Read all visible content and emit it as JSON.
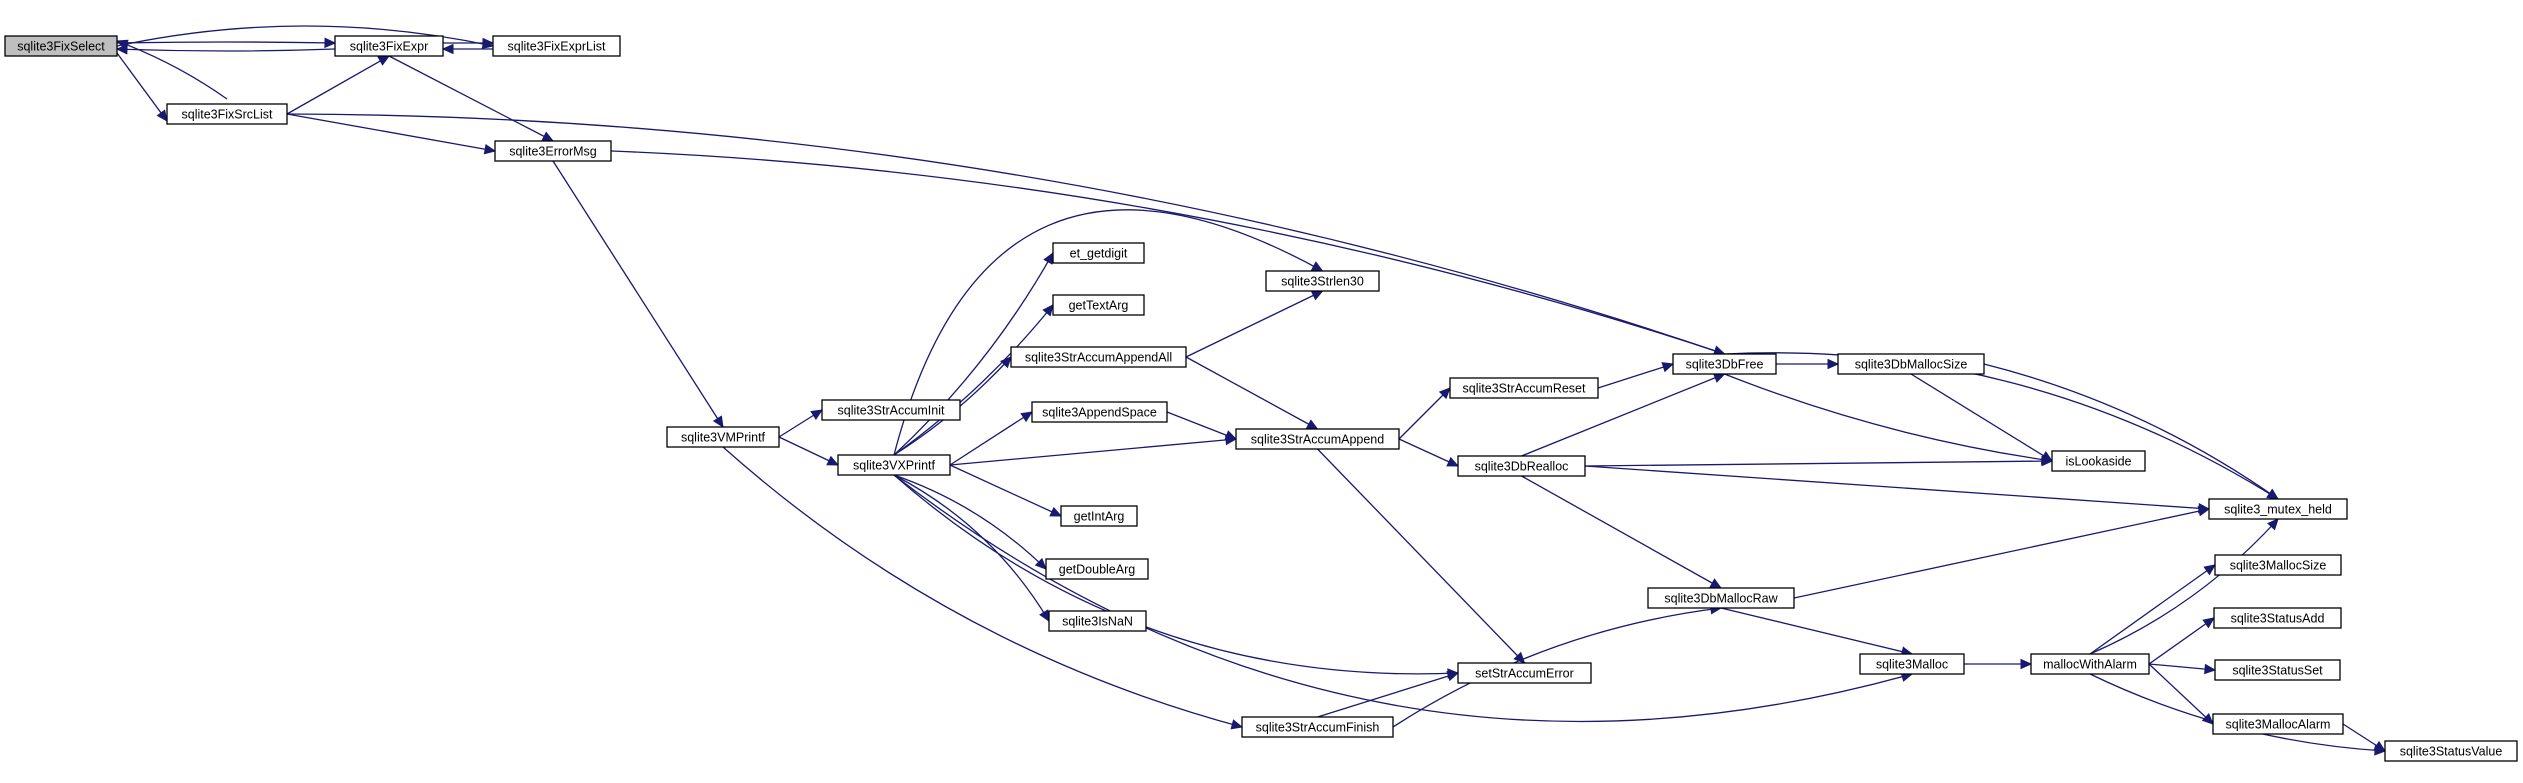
{
  "graph": {
    "nodes": [
      {
        "id": "sqlite3FixSelect",
        "label": "sqlite3FixSelect",
        "highlighted": true
      },
      {
        "id": "sqlite3FixExpr",
        "label": "sqlite3FixExpr"
      },
      {
        "id": "sqlite3FixExprList",
        "label": "sqlite3FixExprList"
      },
      {
        "id": "sqlite3FixSrcList",
        "label": "sqlite3FixSrcList"
      },
      {
        "id": "sqlite3ErrorMsg",
        "label": "sqlite3ErrorMsg"
      },
      {
        "id": "sqlite3VMPrintf",
        "label": "sqlite3VMPrintf"
      },
      {
        "id": "sqlite3StrAccumInit",
        "label": "sqlite3StrAccumInit"
      },
      {
        "id": "sqlite3VXPrintf",
        "label": "sqlite3VXPrintf"
      },
      {
        "id": "et_getdigit",
        "label": "et_getdigit"
      },
      {
        "id": "getTextArg",
        "label": "getTextArg"
      },
      {
        "id": "sqlite3StrAccumAppendAll",
        "label": "sqlite3StrAccumAppendAll"
      },
      {
        "id": "sqlite3AppendSpace",
        "label": "sqlite3AppendSpace"
      },
      {
        "id": "getIntArg",
        "label": "getIntArg"
      },
      {
        "id": "getDoubleArg",
        "label": "getDoubleArg"
      },
      {
        "id": "sqlite3IsNaN",
        "label": "sqlite3IsNaN"
      },
      {
        "id": "sqlite3Strlen30",
        "label": "sqlite3Strlen30"
      },
      {
        "id": "sqlite3StrAccumAppend",
        "label": "sqlite3StrAccumAppend"
      },
      {
        "id": "sqlite3StrAccumReset",
        "label": "sqlite3StrAccumReset"
      },
      {
        "id": "setStrAccumError",
        "label": "setStrAccumError"
      },
      {
        "id": "sqlite3StrAccumFinish",
        "label": "sqlite3StrAccumFinish"
      },
      {
        "id": "sqlite3DbFree",
        "label": "sqlite3DbFree"
      },
      {
        "id": "sqlite3DbRealloc",
        "label": "sqlite3DbRealloc"
      },
      {
        "id": "sqlite3DbMallocRaw",
        "label": "sqlite3DbMallocRaw"
      },
      {
        "id": "sqlite3DbMallocSize",
        "label": "sqlite3DbMallocSize"
      },
      {
        "id": "sqlite3Malloc",
        "label": "sqlite3Malloc"
      },
      {
        "id": "isLookaside",
        "label": "isLookaside"
      },
      {
        "id": "sqlite3_mutex_held",
        "label": "sqlite3_mutex_held"
      },
      {
        "id": "mallocWithAlarm",
        "label": "mallocWithAlarm"
      },
      {
        "id": "sqlite3MallocSize",
        "label": "sqlite3MallocSize"
      },
      {
        "id": "sqlite3StatusAdd",
        "label": "sqlite3StatusAdd"
      },
      {
        "id": "sqlite3StatusSet",
        "label": "sqlite3StatusSet"
      },
      {
        "id": "sqlite3MallocAlarm",
        "label": "sqlite3MallocAlarm"
      },
      {
        "id": "sqlite3StatusValue",
        "label": "sqlite3StatusValue"
      }
    ],
    "edges": [
      {
        "from": "sqlite3FixSelect",
        "to": "sqlite3FixExpr"
      },
      {
        "from": "sqlite3FixSelect",
        "to": "sqlite3FixExprList"
      },
      {
        "from": "sqlite3FixSelect",
        "to": "sqlite3FixSrcList"
      },
      {
        "from": "sqlite3FixExpr",
        "to": "sqlite3FixSelect"
      },
      {
        "from": "sqlite3FixExpr",
        "to": "sqlite3FixExprList"
      },
      {
        "from": "sqlite3FixExpr",
        "to": "sqlite3ErrorMsg"
      },
      {
        "from": "sqlite3FixExprList",
        "to": "sqlite3FixExpr"
      },
      {
        "from": "sqlite3FixSrcList",
        "to": "sqlite3FixSelect"
      },
      {
        "from": "sqlite3FixSrcList",
        "to": "sqlite3FixExpr"
      },
      {
        "from": "sqlite3FixSrcList",
        "to": "sqlite3ErrorMsg"
      },
      {
        "from": "sqlite3FixSrcList",
        "to": "sqlite3DbFree"
      },
      {
        "from": "sqlite3ErrorMsg",
        "to": "sqlite3VMPrintf"
      },
      {
        "from": "sqlite3ErrorMsg",
        "to": "sqlite3DbFree"
      },
      {
        "from": "sqlite3VMPrintf",
        "to": "sqlite3StrAccumInit"
      },
      {
        "from": "sqlite3VMPrintf",
        "to": "sqlite3VXPrintf"
      },
      {
        "from": "sqlite3VMPrintf",
        "to": "sqlite3StrAccumFinish"
      },
      {
        "from": "sqlite3VXPrintf",
        "to": "et_getdigit"
      },
      {
        "from": "sqlite3VXPrintf",
        "to": "getTextArg"
      },
      {
        "from": "sqlite3VXPrintf",
        "to": "sqlite3StrAccumAppendAll"
      },
      {
        "from": "sqlite3VXPrintf",
        "to": "sqlite3AppendSpace"
      },
      {
        "from": "sqlite3VXPrintf",
        "to": "sqlite3StrAccumAppend"
      },
      {
        "from": "sqlite3VXPrintf",
        "to": "getIntArg"
      },
      {
        "from": "sqlite3VXPrintf",
        "to": "getDoubleArg"
      },
      {
        "from": "sqlite3VXPrintf",
        "to": "sqlite3IsNaN"
      },
      {
        "from": "sqlite3VXPrintf",
        "to": "sqlite3Strlen30"
      },
      {
        "from": "sqlite3VXPrintf",
        "to": "setStrAccumError"
      },
      {
        "from": "sqlite3VXPrintf",
        "to": "sqlite3Malloc"
      },
      {
        "from": "sqlite3StrAccumAppendAll",
        "to": "sqlite3Strlen30"
      },
      {
        "from": "sqlite3StrAccumAppendAll",
        "to": "sqlite3StrAccumAppend"
      },
      {
        "from": "sqlite3AppendSpace",
        "to": "sqlite3StrAccumAppend"
      },
      {
        "from": "sqlite3StrAccumAppend",
        "to": "sqlite3StrAccumReset"
      },
      {
        "from": "sqlite3StrAccumAppend",
        "to": "sqlite3DbRealloc"
      },
      {
        "from": "sqlite3StrAccumAppend",
        "to": "setStrAccumError"
      },
      {
        "from": "sqlite3StrAccumReset",
        "to": "sqlite3DbFree"
      },
      {
        "from": "sqlite3StrAccumFinish",
        "to": "setStrAccumError"
      },
      {
        "from": "sqlite3StrAccumFinish",
        "to": "sqlite3DbMallocRaw"
      },
      {
        "from": "sqlite3DbFree",
        "to": "sqlite3DbMallocSize"
      },
      {
        "from": "sqlite3DbFree",
        "to": "isLookaside"
      },
      {
        "from": "sqlite3DbFree",
        "to": "sqlite3_mutex_held"
      },
      {
        "from": "sqlite3DbMallocSize",
        "to": "isLookaside"
      },
      {
        "from": "sqlite3DbMallocSize",
        "to": "sqlite3_mutex_held"
      },
      {
        "from": "sqlite3DbRealloc",
        "to": "sqlite3DbFree"
      },
      {
        "from": "sqlite3DbRealloc",
        "to": "isLookaside"
      },
      {
        "from": "sqlite3DbRealloc",
        "to": "sqlite3_mutex_held"
      },
      {
        "from": "sqlite3DbRealloc",
        "to": "sqlite3DbMallocRaw"
      },
      {
        "from": "sqlite3DbMallocRaw",
        "to": "sqlite3_mutex_held"
      },
      {
        "from": "sqlite3DbMallocRaw",
        "to": "sqlite3Malloc"
      },
      {
        "from": "sqlite3Malloc",
        "to": "mallocWithAlarm"
      },
      {
        "from": "mallocWithAlarm",
        "to": "sqlite3_mutex_held"
      },
      {
        "from": "mallocWithAlarm",
        "to": "sqlite3MallocSize"
      },
      {
        "from": "mallocWithAlarm",
        "to": "sqlite3StatusAdd"
      },
      {
        "from": "mallocWithAlarm",
        "to": "sqlite3StatusSet"
      },
      {
        "from": "mallocWithAlarm",
        "to": "sqlite3MallocAlarm"
      },
      {
        "from": "mallocWithAlarm",
        "to": "sqlite3StatusValue"
      },
      {
        "from": "sqlite3MallocAlarm",
        "to": "sqlite3StatusValue"
      }
    ]
  },
  "colors": {
    "edge": "#191970",
    "node_border": "#000000",
    "node_fill": "#ffffff",
    "root_fill": "#bfbfbf"
  }
}
